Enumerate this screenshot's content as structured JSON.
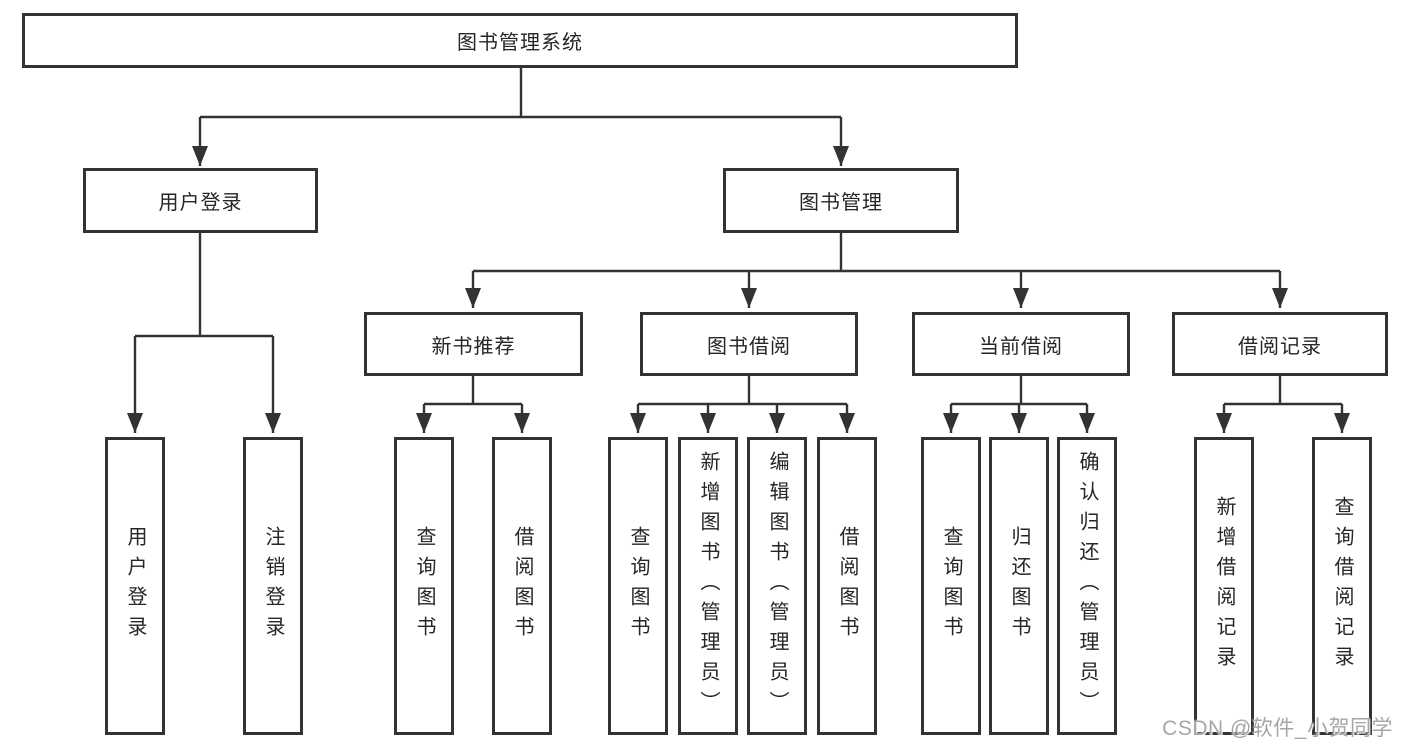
{
  "diagram": {
    "root": {
      "label": "图书管理系统"
    },
    "user_login": {
      "label": "用户登录",
      "children": {
        "login": {
          "label": "用户登录"
        },
        "logout": {
          "label": "注销登录"
        }
      }
    },
    "book_mgmt": {
      "label": "图书管理",
      "children": {
        "new_books": {
          "label": "新书推荐",
          "children": {
            "query": {
              "label": "查询图书"
            },
            "borrow": {
              "label": "借阅图书"
            }
          }
        },
        "book_borrow": {
          "label": "图书借阅",
          "children": {
            "query": {
              "label": "查询图书"
            },
            "add": {
              "label": "新增图书（管理员）"
            },
            "edit": {
              "label": "编辑图书（管理员）"
            },
            "borrow": {
              "label": "借阅图书"
            }
          }
        },
        "current_borrow": {
          "label": "当前借阅",
          "children": {
            "query": {
              "label": "查询图书"
            },
            "return": {
              "label": "归还图书"
            },
            "confirm": {
              "label": "确认归还（管理员）"
            }
          }
        },
        "borrow_records": {
          "label": "借阅记录",
          "children": {
            "add": {
              "label": "新增借阅记录"
            },
            "query": {
              "label": "查询借阅记录"
            }
          }
        }
      }
    }
  },
  "watermark": {
    "text": "CSDN @软件_小贺同学"
  },
  "colors": {
    "line": "#333333",
    "box_border": "#333333",
    "box_background": "#ffffff",
    "label_text": "#262626",
    "watermark_text": "#a6a6a6",
    "page_background": "#ffffff"
  }
}
